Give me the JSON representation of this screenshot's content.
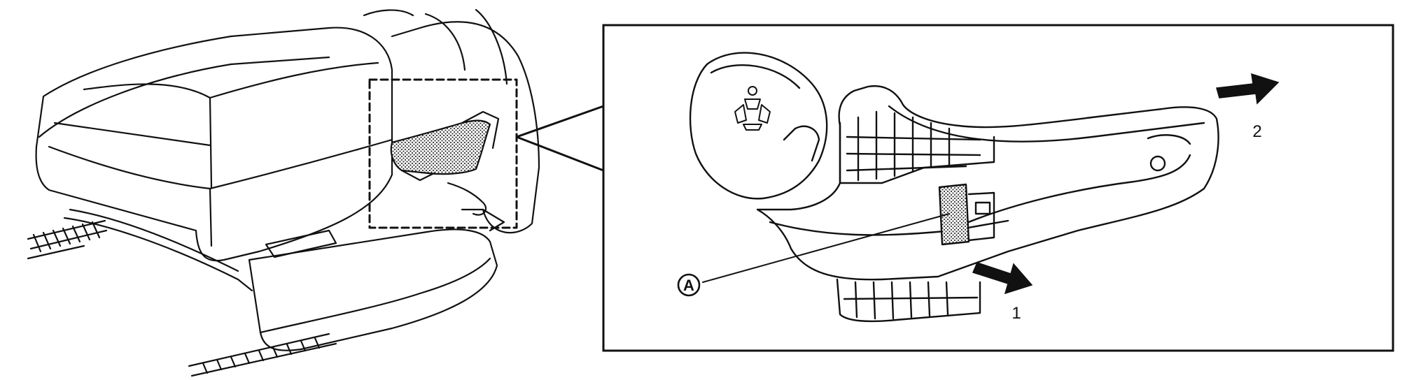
{
  "callouts": {
    "part_a": "A",
    "arrow_1": "1",
    "arrow_2": "2"
  },
  "colors": {
    "line": "#111111",
    "shaded_part": "#9a9a9a",
    "background": "#ffffff"
  }
}
